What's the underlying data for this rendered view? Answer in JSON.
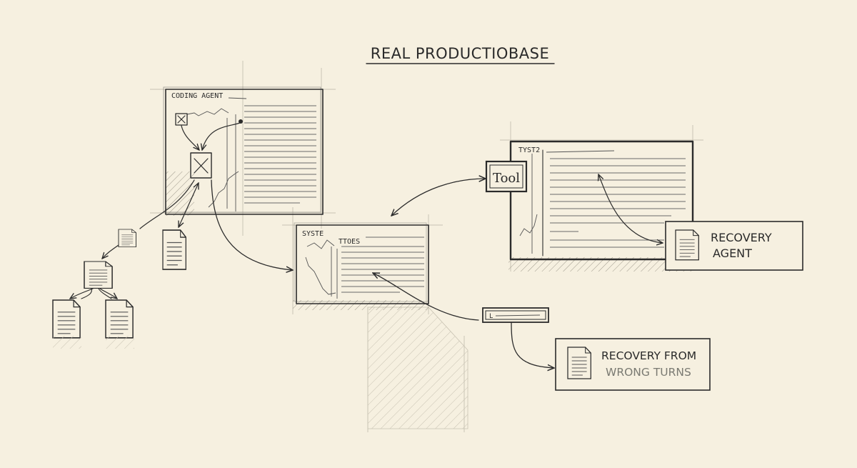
{
  "diagram": {
    "title": "REAL PRODUCTIOBASE",
    "panels": {
      "coding_agent": {
        "label": "CODING AGENT"
      },
      "system_middle": {
        "label_left": "SYSTE",
        "label_right": "TTOES"
      },
      "system_right": {
        "label": "TYST2"
      }
    },
    "tool_label": "Tool",
    "input_box_label": "L",
    "callouts": {
      "recovery_agent": {
        "line1": "RECOVERY",
        "line2": "AGENT"
      },
      "recovery_from": {
        "line1": "RECOVERY FROM",
        "line2": "WRONG TURNS"
      }
    },
    "colors": {
      "ink": "#2b2b2b",
      "paper": "#f6f0e0",
      "muted_text": "#7a7a72"
    }
  }
}
